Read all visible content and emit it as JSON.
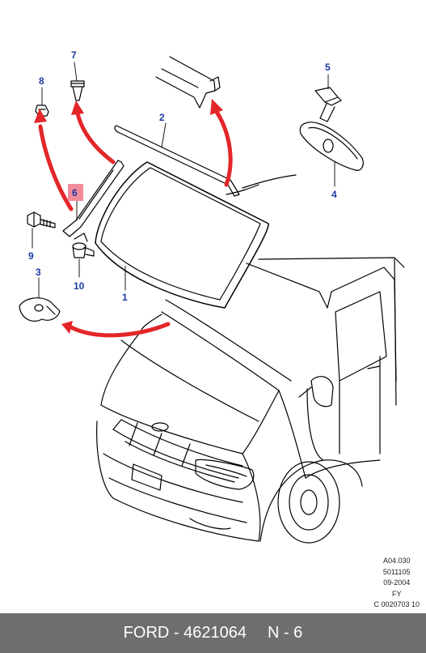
{
  "callouts": {
    "c1": "1",
    "c2": "2",
    "c3": "3",
    "c4": "4",
    "c5": "5",
    "c6": "6",
    "c7": "7",
    "c8": "8",
    "c9": "9",
    "c10": "10"
  },
  "highlighted_callout": "6",
  "meta": {
    "line1": "A04.030",
    "line2": "5011105",
    "line3": "09-2004",
    "line4": "FY",
    "line5": "C 0020703 10"
  },
  "footer": {
    "part": "FORD - 4621064",
    "ref": "N - 6"
  },
  "colors": {
    "arrow": "#e3262a",
    "callout": "#1c3aa0",
    "highlight": "#f28b9a",
    "footer_bg": "#6e6e6e"
  }
}
